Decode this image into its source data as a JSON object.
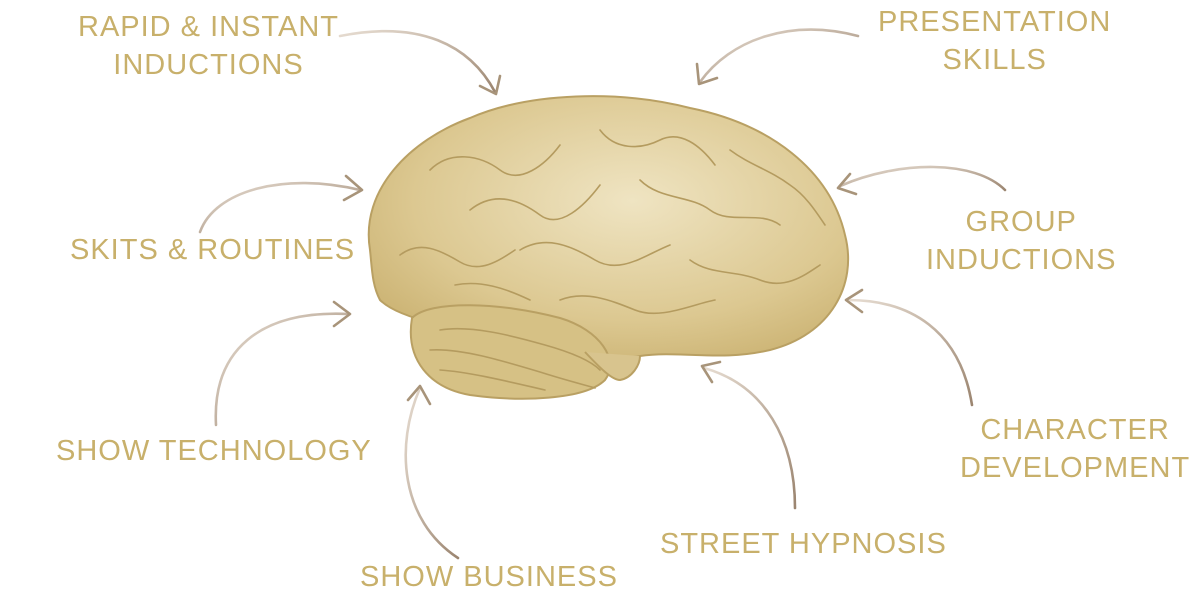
{
  "labels": {
    "rapid_instant_inductions": [
      "RAPID & INSTANT",
      "INDUCTIONS"
    ],
    "presentation_skills": [
      "PRESENTATION",
      "SKILLS"
    ],
    "skits_routines": "SKITS & ROUTINES",
    "group_inductions": [
      "GROUP",
      "INDUCTIONS"
    ],
    "show_technology": "SHOW TECHNOLOGY",
    "character_development": [
      "CHARACTER",
      "DEVELOPMENT"
    ],
    "street_hypnosis": "STREET HYPNOSIS",
    "show_business": "SHOW BUSINESS"
  },
  "colors": {
    "label_gold": "#c8b06b",
    "brain_gold": "#d8c48e",
    "brain_line": "#b9a063",
    "arrow_brown": "#a8947a"
  },
  "icons": {
    "brain": "brain-illustration",
    "arrow": "curved-arrow"
  }
}
